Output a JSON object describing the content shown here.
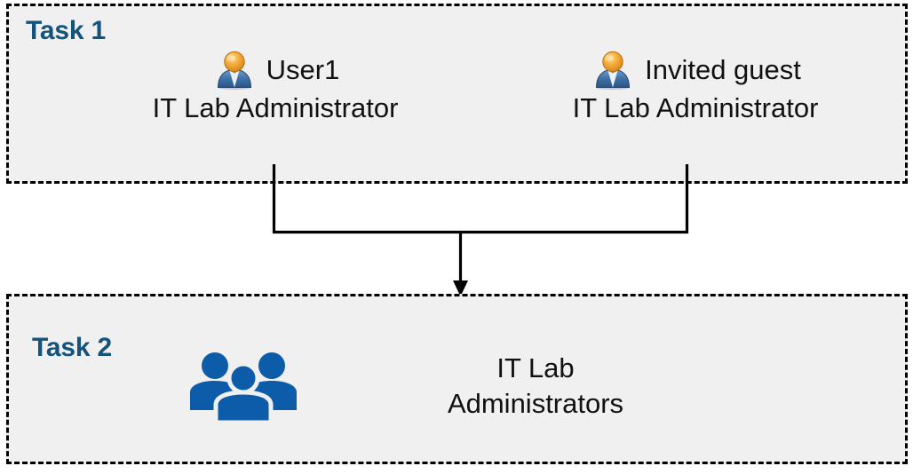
{
  "diagram": {
    "background": "#ffffff",
    "box_fill": "#f0f0f0",
    "border_color": "#000000",
    "heading_color": "#14537a",
    "group_icon_color": "#0c5caa",
    "connector_color": "#000000"
  },
  "task1": {
    "label": "Task 1",
    "members": [
      {
        "icon": "single-user-icon",
        "name": "User1",
        "role": "IT Lab Administrator"
      },
      {
        "icon": "single-user-icon",
        "name": "Invited guest",
        "role": "IT Lab Administrator"
      }
    ]
  },
  "task2": {
    "label": "Task 2",
    "group": {
      "icon": "user-group-icon",
      "name_line1": "IT Lab",
      "name_line2": "Administrators"
    }
  },
  "connector": {
    "kind": "merge-arrow",
    "from": [
      "User1",
      "Invited guest"
    ],
    "to": "IT Lab Administrators"
  }
}
